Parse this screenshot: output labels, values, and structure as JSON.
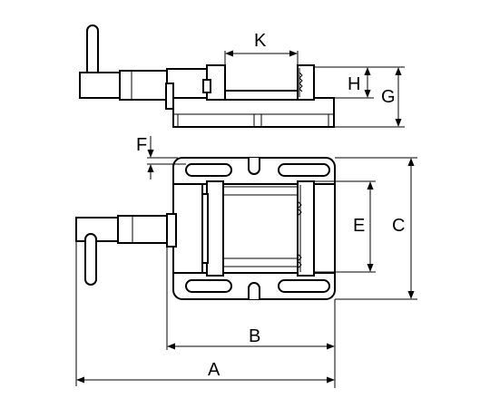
{
  "labels": {
    "A": "A",
    "B": "B",
    "C": "C",
    "E": "E",
    "F": "F",
    "G": "G",
    "H": "H",
    "K": "K"
  }
}
